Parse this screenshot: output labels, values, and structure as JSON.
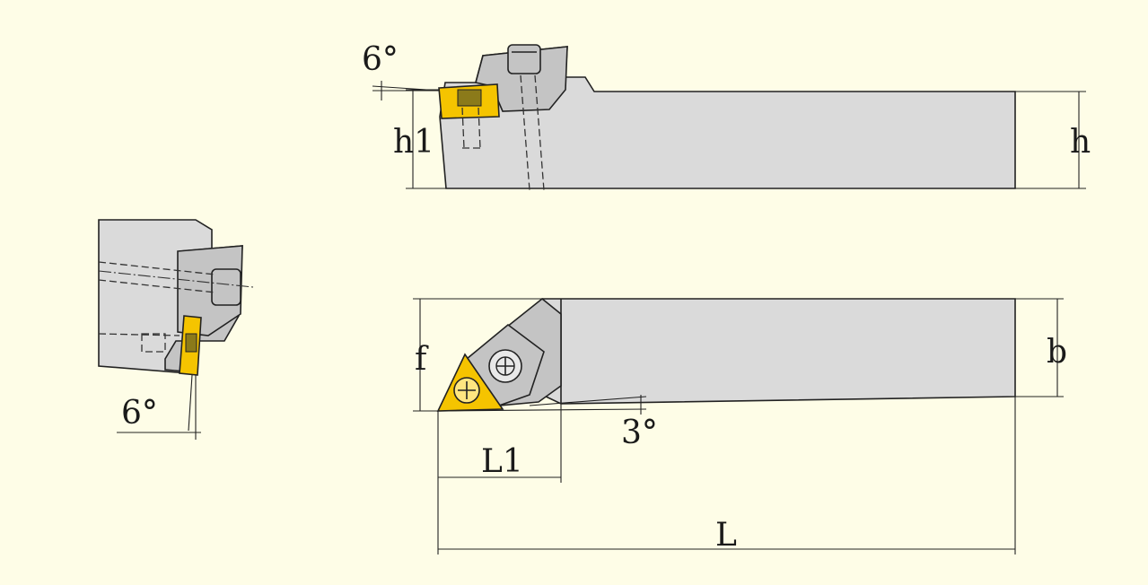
{
  "labels": {
    "side_angle": "6°",
    "h1": "h1",
    "h": "h",
    "left_angle": "6°",
    "f": "f",
    "b": "b",
    "bottom_angle": "3°",
    "L1": "L1",
    "L": "L"
  },
  "colors": {
    "background": "#fefde7",
    "insert": "#f5c400",
    "body": "#dadada",
    "lines": "#222222"
  }
}
